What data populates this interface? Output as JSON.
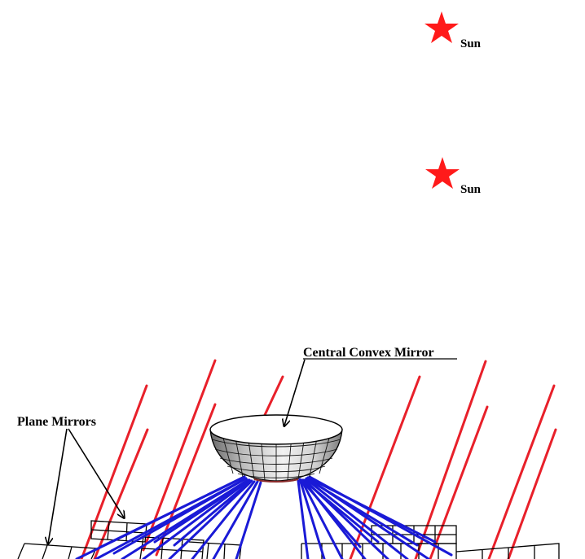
{
  "labels": {
    "sun_top": "Sun",
    "sun_bottom": "Sun",
    "central_mirror": "Central Convex Mirror",
    "plane_mirrors": "Plane Mirrors"
  },
  "colors": {
    "sun": "#ff1a1a",
    "incident_ray": "#e8202a",
    "reflected_ray": "#1a1ad6",
    "mirror_outline": "#000000",
    "dome_fill": "#dcdcdc"
  },
  "icons": {
    "sun": "star-icon"
  }
}
